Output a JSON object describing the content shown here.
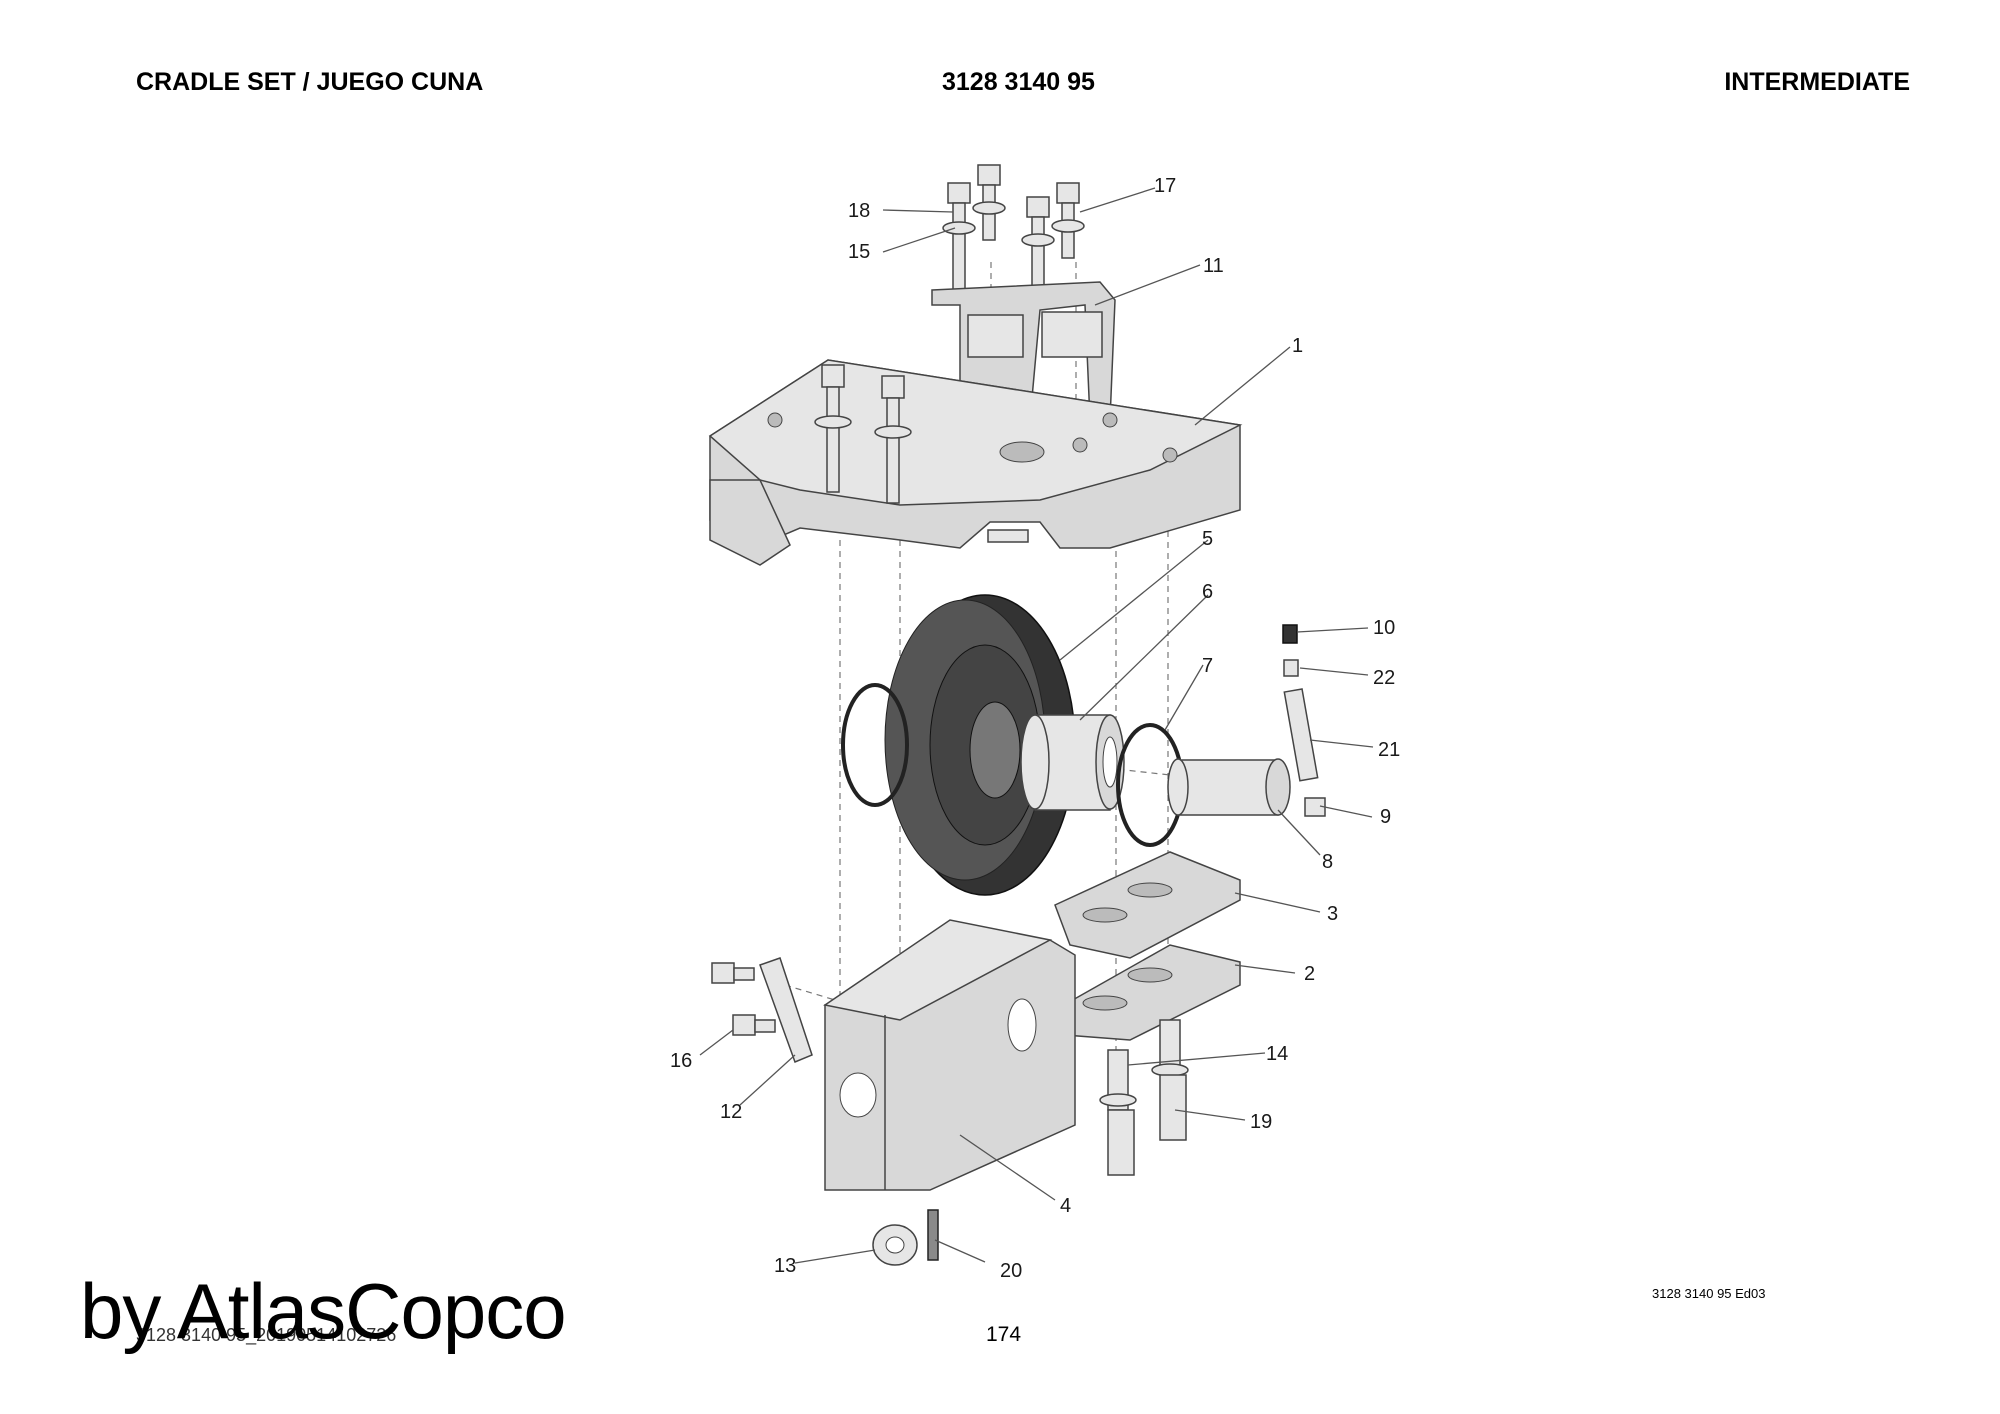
{
  "header": {
    "title": "CRADLE SET / JUEGO CUNA",
    "part_number": "3128 3140 95",
    "section": "INTERMEDIATE"
  },
  "callouts": [
    "1",
    "2",
    "3",
    "4",
    "5",
    "6",
    "7",
    "8",
    "9",
    "10",
    "11",
    "12",
    "13",
    "14",
    "15",
    "16",
    "17",
    "18",
    "19",
    "20",
    "21",
    "22"
  ],
  "footer": {
    "edition": "3128 3140 95 Ed03",
    "page": "174",
    "file_code": "3128 3140 95_20190514102726",
    "watermark": "by AtlasCopco"
  }
}
